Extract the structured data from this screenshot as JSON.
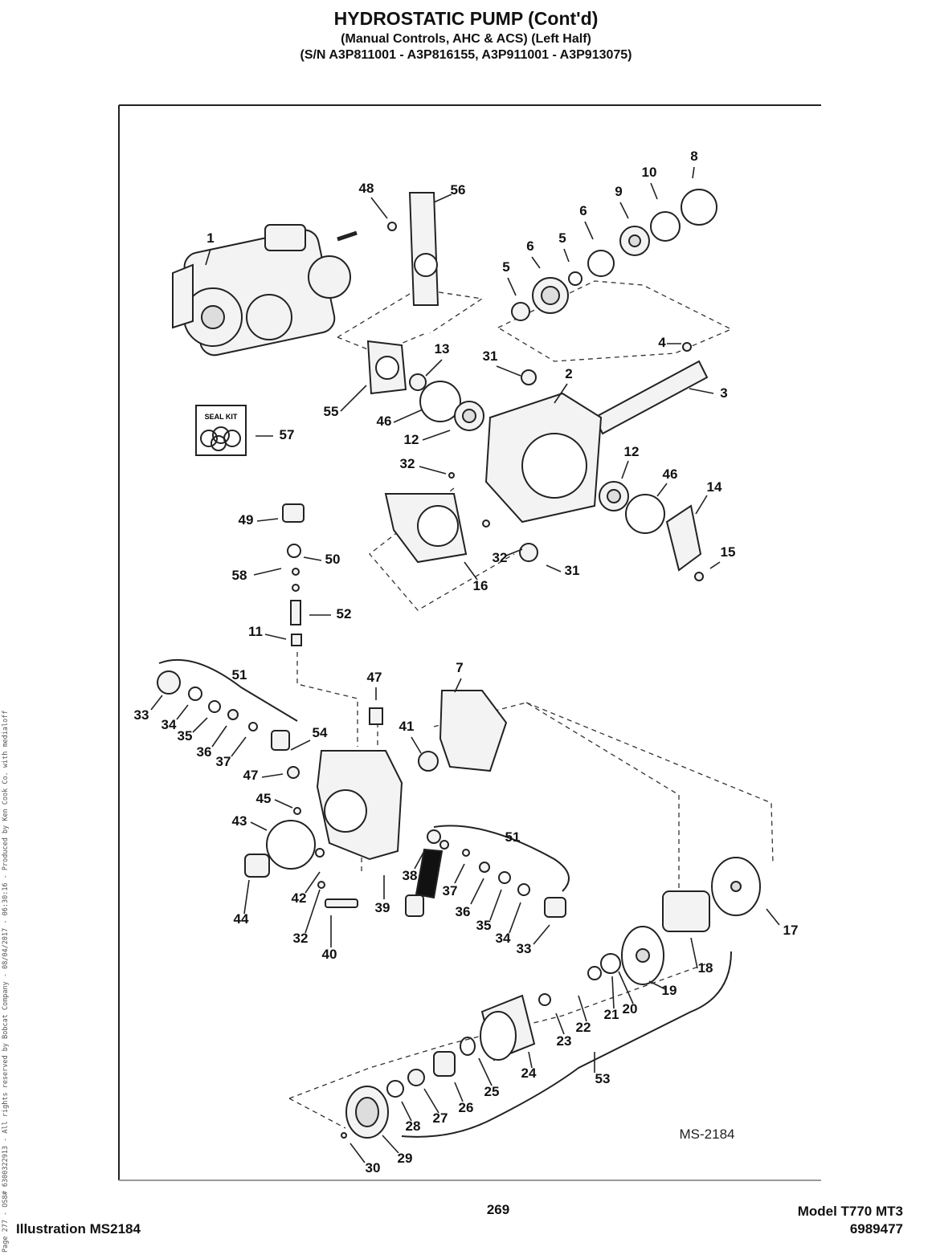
{
  "header": {
    "title": "HYDROSTATIC PUMP (Cont'd)",
    "subtitle": "(Manual Controls, AHC & ACS) (Left Half)",
    "serial_range": "(S/N A3P811001 - A3P816155, A3P911001 - A3P913075)"
  },
  "illustration": {
    "id_label": "MS-2184",
    "seal_kit_label": "SEAL KIT",
    "callouts": [
      {
        "num": "1"
      },
      {
        "num": "48"
      },
      {
        "num": "56"
      },
      {
        "num": "8"
      },
      {
        "num": "10"
      },
      {
        "num": "9"
      },
      {
        "num": "6"
      },
      {
        "num": "5"
      },
      {
        "num": "6"
      },
      {
        "num": "5"
      },
      {
        "num": "4"
      },
      {
        "num": "13"
      },
      {
        "num": "31"
      },
      {
        "num": "2"
      },
      {
        "num": "3"
      },
      {
        "num": "55"
      },
      {
        "num": "46"
      },
      {
        "num": "12"
      },
      {
        "num": "57"
      },
      {
        "num": "32"
      },
      {
        "num": "12"
      },
      {
        "num": "46"
      },
      {
        "num": "14"
      },
      {
        "num": "49"
      },
      {
        "num": "50"
      },
      {
        "num": "32"
      },
      {
        "num": "31"
      },
      {
        "num": "16"
      },
      {
        "num": "15"
      },
      {
        "num": "58"
      },
      {
        "num": "52"
      },
      {
        "num": "11"
      },
      {
        "num": "7"
      },
      {
        "num": "51"
      },
      {
        "num": "47"
      },
      {
        "num": "33"
      },
      {
        "num": "34"
      },
      {
        "num": "35"
      },
      {
        "num": "41"
      },
      {
        "num": "54"
      },
      {
        "num": "36"
      },
      {
        "num": "37"
      },
      {
        "num": "47"
      },
      {
        "num": "45"
      },
      {
        "num": "43"
      },
      {
        "num": "51"
      },
      {
        "num": "38"
      },
      {
        "num": "37"
      },
      {
        "num": "42"
      },
      {
        "num": "39"
      },
      {
        "num": "36"
      },
      {
        "num": "44"
      },
      {
        "num": "35"
      },
      {
        "num": "34"
      },
      {
        "num": "33"
      },
      {
        "num": "32"
      },
      {
        "num": "40"
      },
      {
        "num": "17"
      },
      {
        "num": "18"
      },
      {
        "num": "19"
      },
      {
        "num": "21"
      },
      {
        "num": "20"
      },
      {
        "num": "22"
      },
      {
        "num": "23"
      },
      {
        "num": "24"
      },
      {
        "num": "53"
      },
      {
        "num": "25"
      },
      {
        "num": "26"
      },
      {
        "num": "27"
      },
      {
        "num": "28"
      },
      {
        "num": "29"
      },
      {
        "num": "30"
      }
    ]
  },
  "sidebar_text": "Page 277 - OS8# 6300322913 - All rights reserved by Bobcat Company - 08/04/2017 - 06:30:16 - Produced by Ken Cook Co. with medialoff",
  "footer": {
    "page_number": "269",
    "illustration_label": "Illustration MS2184",
    "model": "Model T770 MT3",
    "part_number": "6989477"
  }
}
